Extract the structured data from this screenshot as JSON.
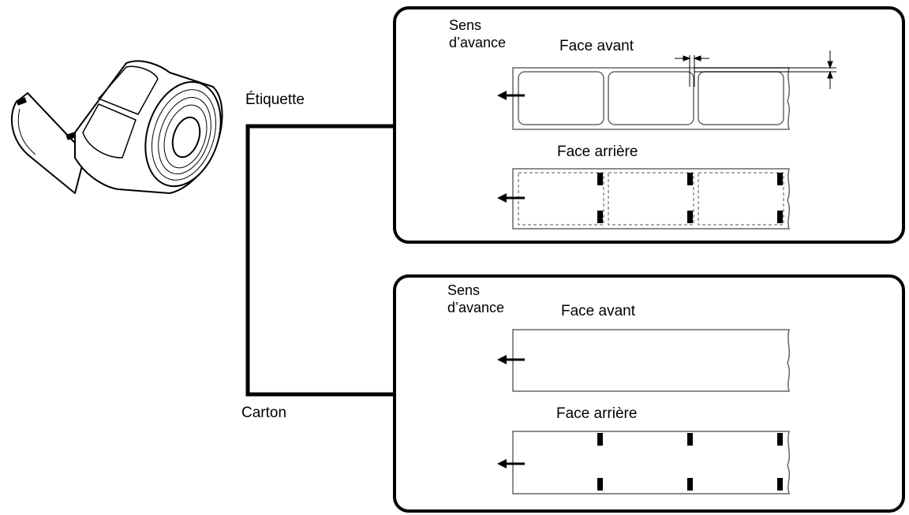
{
  "branches": {
    "label_name": "Étiquette",
    "card_name": "Carton"
  },
  "label_panel": {
    "feed_direction_line1": "Sens",
    "feed_direction_line2": "d’avance",
    "front_title": "Face avant",
    "back_title": "Face arrière"
  },
  "card_panel": {
    "feed_direction_line1": "Sens",
    "feed_direction_line2": "d’avance",
    "front_title": "Face avant",
    "back_title": "Face arrière"
  },
  "colors": {
    "ink": "#000000",
    "outline": "#555555",
    "background": "#ffffff"
  },
  "icons": {
    "roll": "label-roll-illustration",
    "feed_arrow": "left-arrow-icon",
    "gap_marker": "dimension-arrows-icon"
  }
}
